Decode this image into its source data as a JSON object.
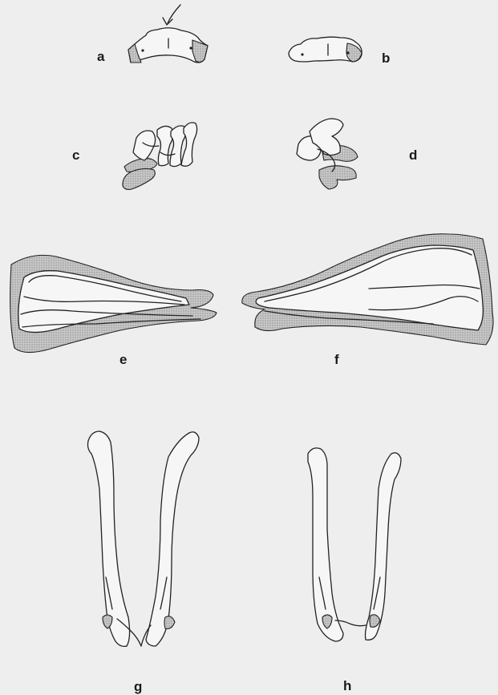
{
  "figure_labels": {
    "a": "a",
    "b": "b",
    "c": "c",
    "d": "d",
    "e": "e",
    "f": "f",
    "g": "g",
    "h": "h"
  },
  "colors": {
    "background": "#eeeeee",
    "outline": "#222222",
    "stipple_shading": "#a9a9a9"
  },
  "icons": {
    "arrow": "curved-arrow-icon"
  }
}
